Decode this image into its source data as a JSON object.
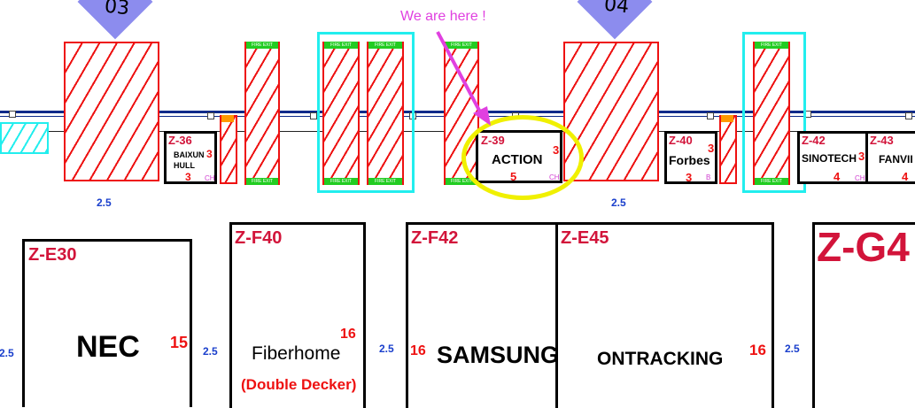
{
  "zone_labels": {
    "z03": "03",
    "z04": "04"
  },
  "annotation": {
    "text": "We are here !",
    "text_color": "#e040e0",
    "arrow_color": "#e040e0",
    "circle_color": "#f0f000"
  },
  "fire_exit": "FIRE EXIT",
  "aisle_width": "2.5",
  "booths_small": [
    {
      "code": "Z-36",
      "name_line1": "BAIXUN",
      "name_line2": "HULL",
      "side": "3",
      "front": "3",
      "tag": "CH"
    },
    {
      "code": "Z-39",
      "name": "ACTION",
      "side": "3",
      "front": "5",
      "tag": "CH"
    },
    {
      "code": "Z-40",
      "name": "Forbes",
      "side": "3",
      "front": "3",
      "tag": "B"
    },
    {
      "code": "Z-42",
      "name": "SINOTECH",
      "side": "3",
      "front": "4",
      "tag": "CH"
    },
    {
      "code": "Z-43",
      "name": "FANVII",
      "front": "4"
    }
  ],
  "booths_large": [
    {
      "code": "Z-E30",
      "name": "NEC",
      "size": "15"
    },
    {
      "code": "Z-F40",
      "name": "Fiberhome",
      "subtitle": "(Double Decker)",
      "size": "16"
    },
    {
      "code": "Z-F42",
      "name": "SAMSUNG",
      "size": "16"
    },
    {
      "code": "Z-E45",
      "name": "ONTRACKING",
      "size": "16"
    },
    {
      "code": "Z-G4"
    }
  ],
  "colors": {
    "booth_code": "#d2143a",
    "hatch": "#ee1111",
    "fire_exit": "#22cc22",
    "cyan_frame": "#22eeee",
    "aisle_label": "#1a3fcc"
  }
}
